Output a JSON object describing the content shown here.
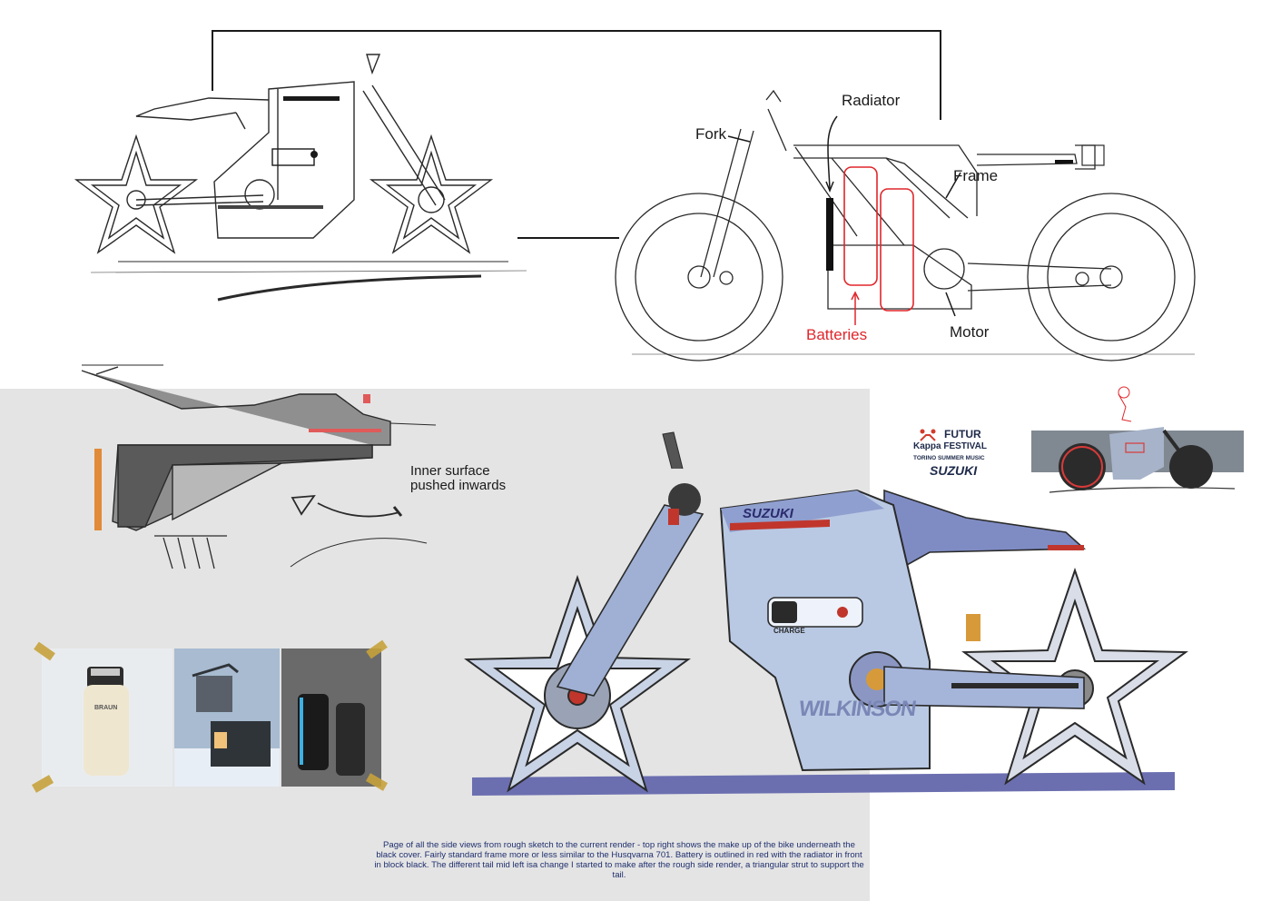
{
  "labels": {
    "radiator": "Radiator",
    "fork": "Fork",
    "frame": "Frame",
    "batteries": "Batteries",
    "motor": "Motor"
  },
  "note": {
    "line1": "Inner surface",
    "line2": "pushed inwards"
  },
  "render": {
    "brand_top": "SUZUKI",
    "brand_side": "WILKINSON",
    "charge_label": "CHARGE"
  },
  "logo": {
    "line1": "FUTUR",
    "line2": "Kappa FESTIVAL",
    "line3": "TORINO SUMMER MUSIC",
    "line4": "SUZUKI"
  },
  "shaver_brand": "BRAUN",
  "caption": "Page of all the side views from rough sketch to the current render - top right shows the make up of the bike underneath the black cover. Fairly standard frame more or less similar to the Husqvarna 701. Battery is outlined in red with the radiator in front in block black. The different tail mid left isa change I started to make after the rough side render, a triangular strut to support the tail.",
  "colors": {
    "sketch_line": "#2a2a2a",
    "battery_outline": "#e0262b",
    "render_blue": "#6a78b8",
    "render_body": "#b9c9e4",
    "ground_stripe": "#6b6fb0",
    "grey_panel": "#e4e4e4",
    "caption_text": "#1f2f6e"
  }
}
